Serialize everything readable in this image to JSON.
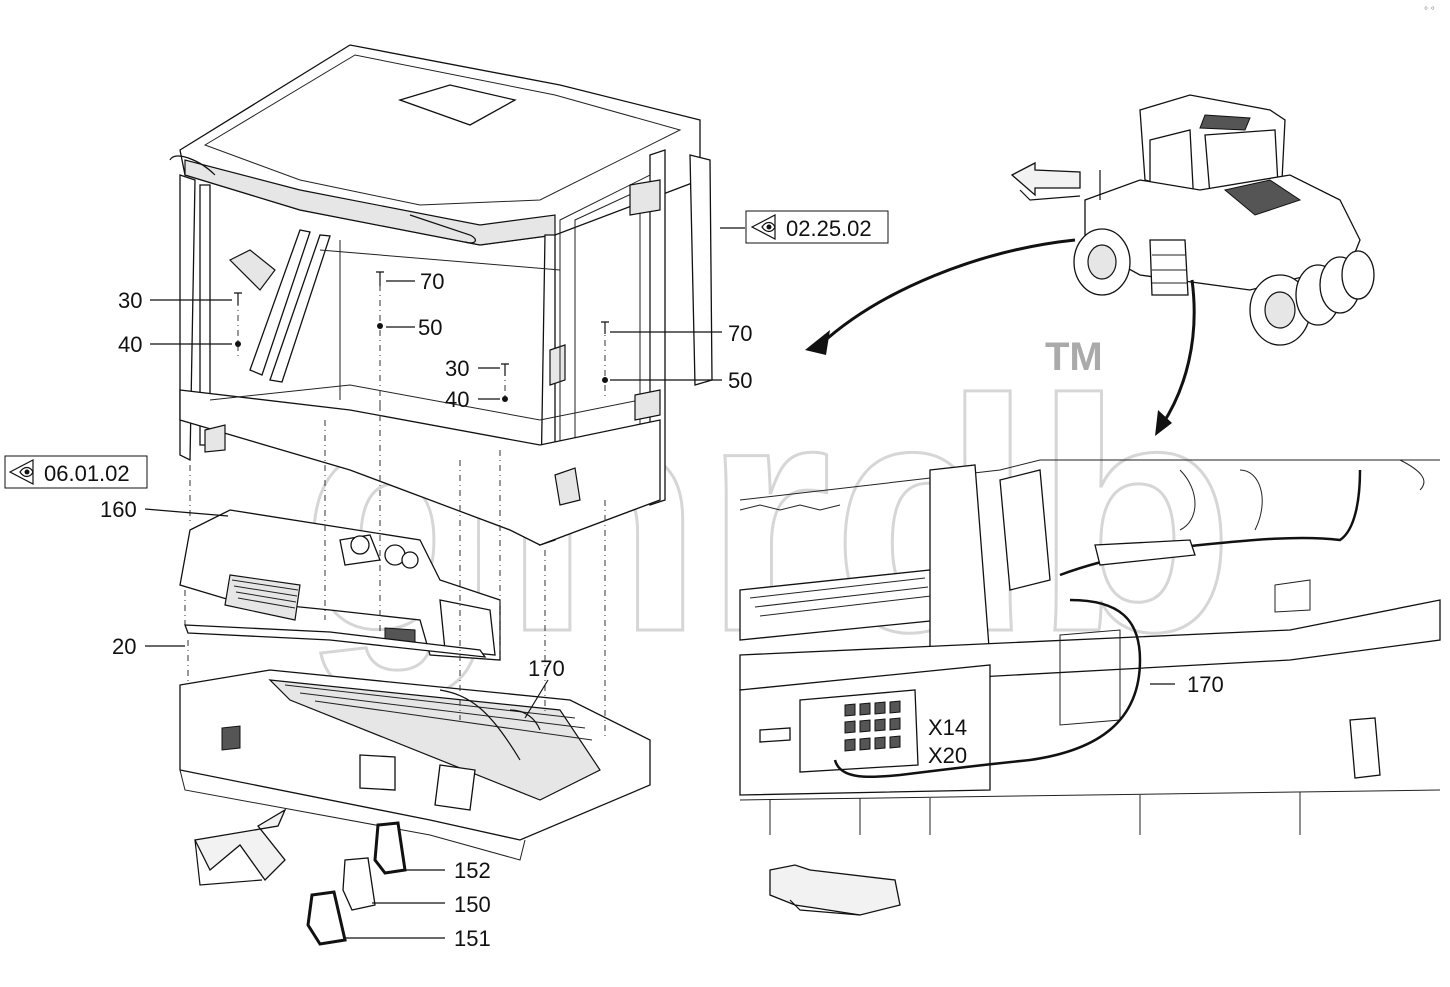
{
  "watermark": {
    "text": "gnrdb",
    "tm": "TM"
  },
  "references": [
    {
      "id": "ref-0225",
      "text": "02.25.02"
    },
    {
      "id": "ref-0601",
      "text": "06.01.02"
    }
  ],
  "callouts": [
    {
      "id": "c30a",
      "text": "30"
    },
    {
      "id": "c40a",
      "text": "40"
    },
    {
      "id": "c70a",
      "text": "70"
    },
    {
      "id": "c50a",
      "text": "50"
    },
    {
      "id": "c30b",
      "text": "30"
    },
    {
      "id": "c40b",
      "text": "40"
    },
    {
      "id": "c70b",
      "text": "70"
    },
    {
      "id": "c50b",
      "text": "50"
    },
    {
      "id": "c160",
      "text": "160"
    },
    {
      "id": "c20",
      "text": "20"
    },
    {
      "id": "c170a",
      "text": "170"
    },
    {
      "id": "c170b",
      "text": "170"
    },
    {
      "id": "c152",
      "text": "152"
    },
    {
      "id": "c150",
      "text": "150"
    },
    {
      "id": "c151",
      "text": "151"
    }
  ],
  "connectors": [
    {
      "id": "x14",
      "text": "X14"
    },
    {
      "id": "x20",
      "text": "X20"
    }
  ],
  "corner_mark": "° °"
}
